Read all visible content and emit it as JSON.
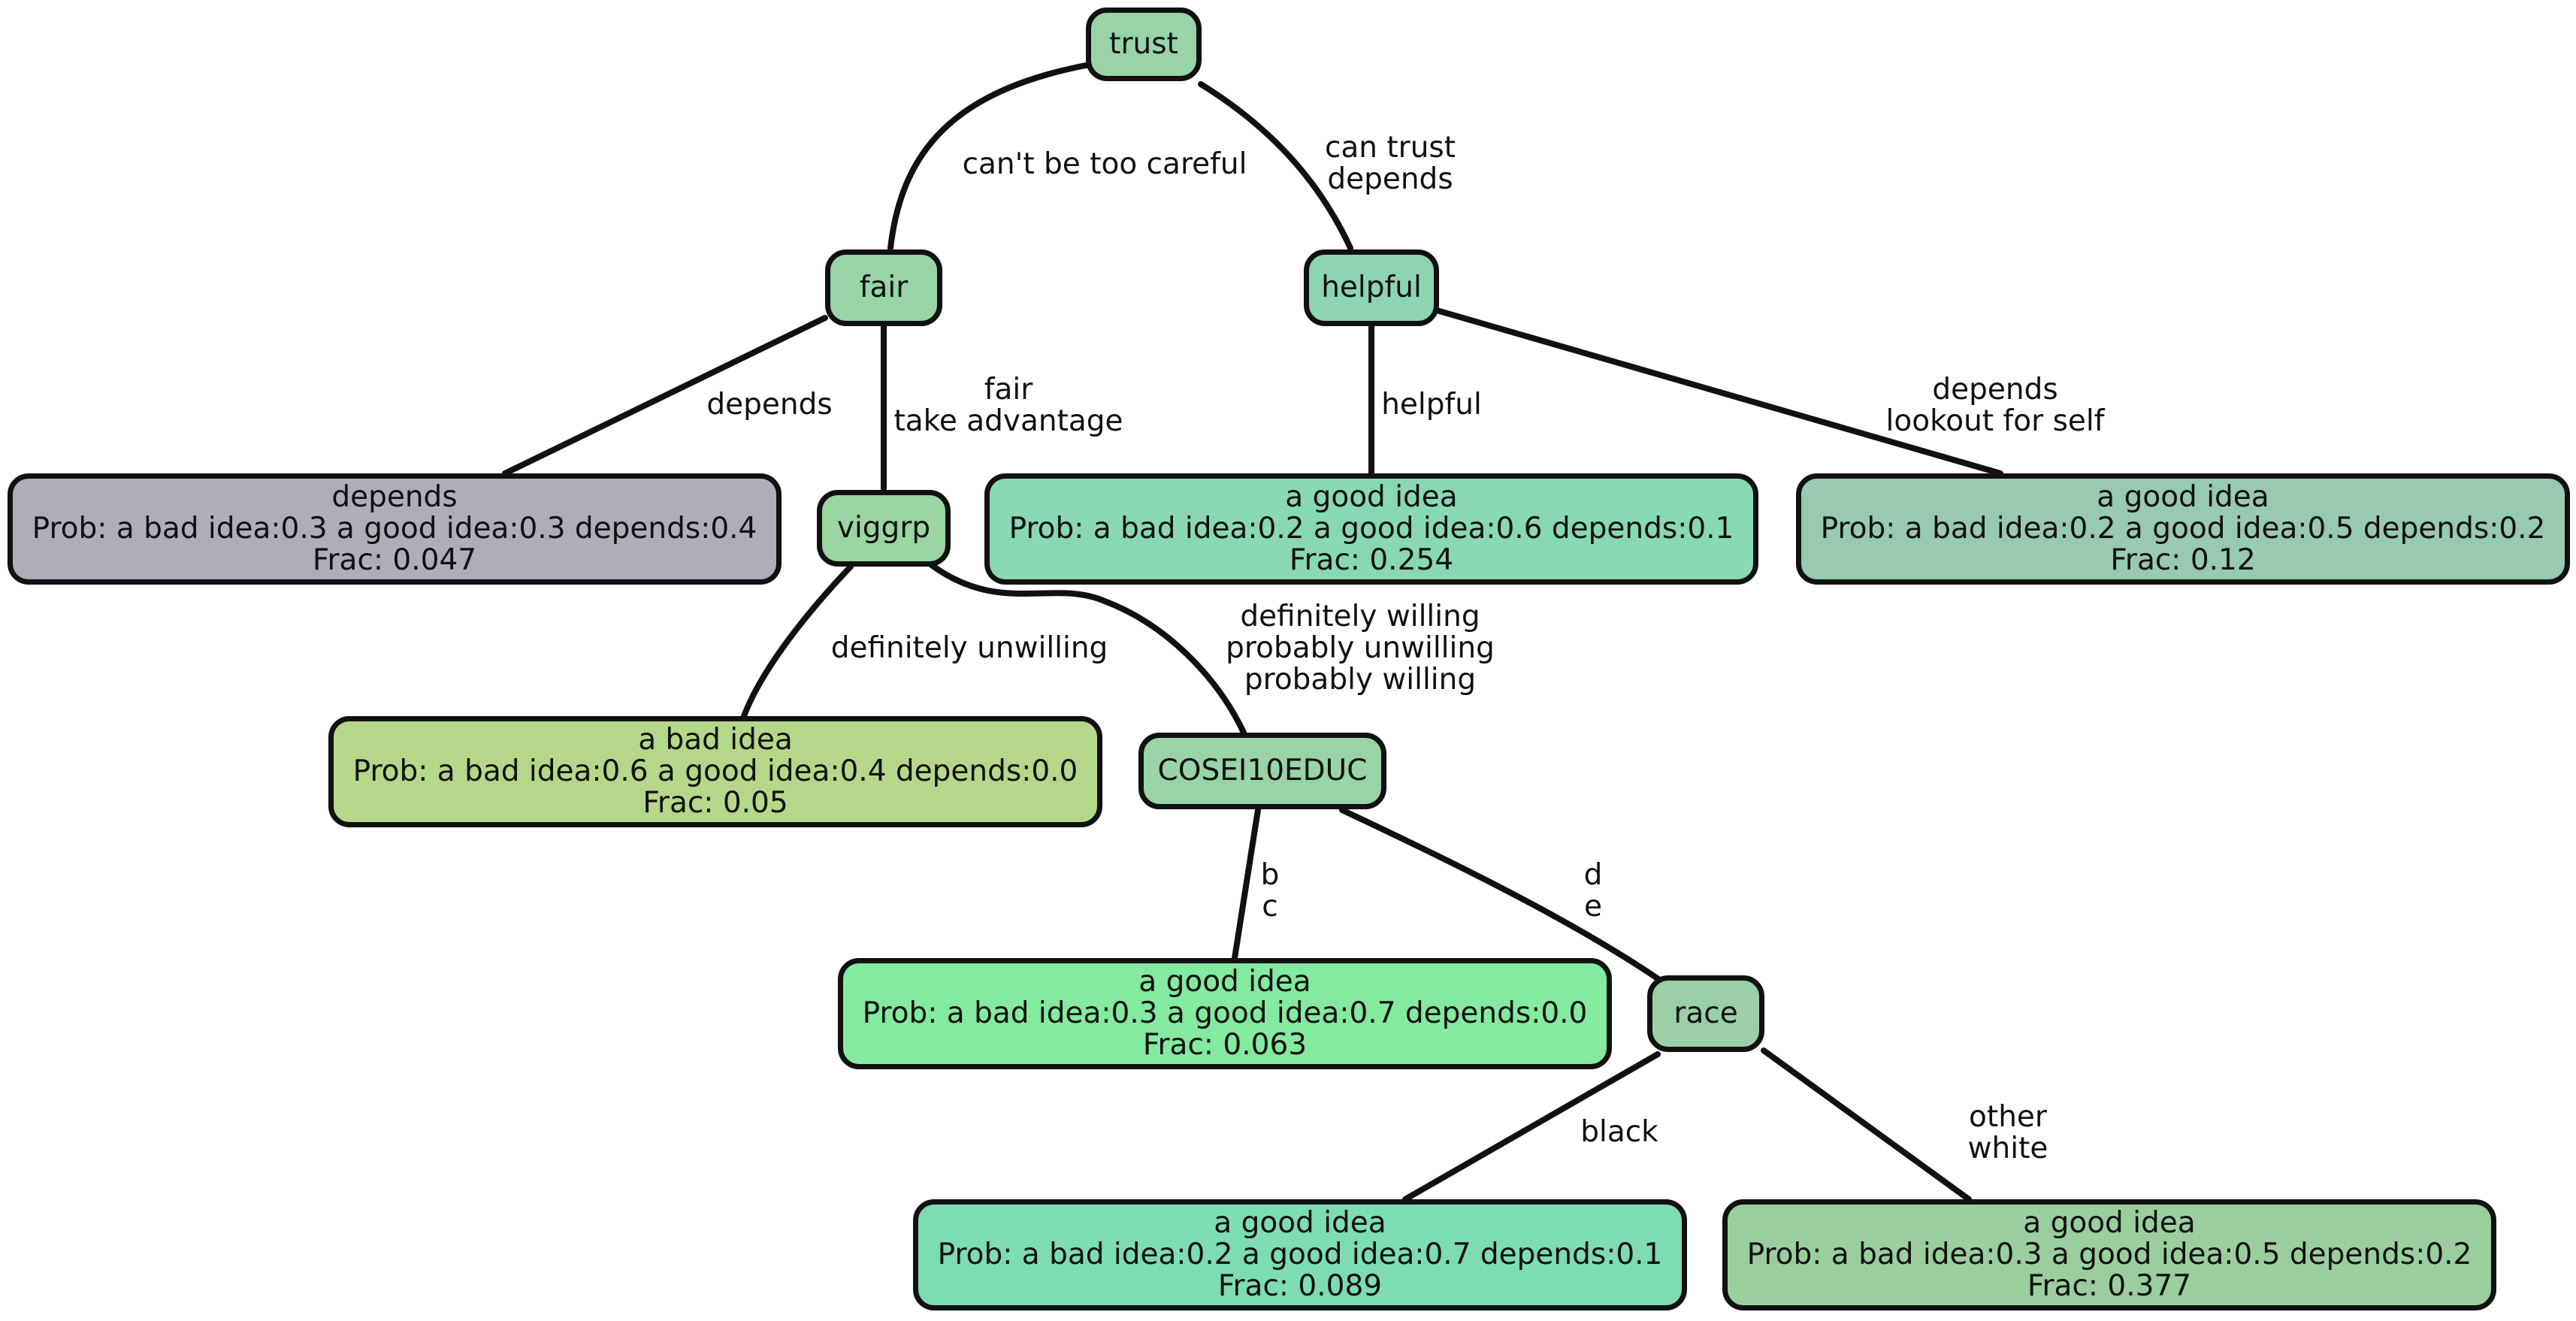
{
  "nodes": {
    "trust": {
      "label": "trust",
      "color": "#98d4a8"
    },
    "fair": {
      "label": "fair",
      "color": "#98d4a8"
    },
    "helpful": {
      "label": "helpful",
      "color": "#8dd4b2"
    },
    "viggrp": {
      "label": "viggrp",
      "color": "#9ad6a2"
    },
    "coseieduc": {
      "label": "COSEI10EDUC",
      "color": "#98d4a6"
    },
    "race": {
      "label": "race",
      "color": "#9acfa8"
    }
  },
  "leaves": {
    "depends": {
      "title": "depends",
      "prob": "Prob: a bad idea:0.3 a good idea:0.3 depends:0.4",
      "frac": "Frac: 0.047",
      "color": "#afaeb8"
    },
    "helpful_good": {
      "title": "a good idea",
      "prob": "Prob: a bad idea:0.2 a good idea:0.6 depends:0.1",
      "frac": "Frac: 0.254",
      "color": "#88d9b2"
    },
    "lookout_good": {
      "title": "a good idea",
      "prob": "Prob: a bad idea:0.2 a good idea:0.5 depends:0.2",
      "frac": "Frac: 0.12",
      "color": "#98c9b1"
    },
    "unwilling_bad": {
      "title": "a bad idea",
      "prob": "Prob: a bad idea:0.6 a good idea:0.4 depends:0.0",
      "frac": "Frac: 0.05",
      "color": "#b5d78a"
    },
    "bc_good": {
      "title": "a good idea",
      "prob": "Prob: a bad idea:0.3 a good idea:0.7 depends:0.0",
      "frac": "Frac: 0.063",
      "color": "#83ea9f"
    },
    "black_good": {
      "title": "a good idea",
      "prob": "Prob: a bad idea:0.2 a good idea:0.7 depends:0.1",
      "frac": "Frac: 0.089",
      "color": "#7edcb2"
    },
    "white_good": {
      "title": "a good idea",
      "prob": "Prob: a bad idea:0.3 a good idea:0.5 depends:0.2",
      "frac": "Frac: 0.377",
      "color": "#9bce9f"
    }
  },
  "edges": {
    "trust_fair": [
      "can't be too careful"
    ],
    "trust_helpful": [
      "can trust",
      "depends"
    ],
    "fair_depends": [
      "depends"
    ],
    "fair_viggrp": [
      "fair",
      "take advantage"
    ],
    "helpful_helpful": [
      "helpful"
    ],
    "helpful_lookout": [
      "depends",
      "lookout for self"
    ],
    "viggrp_unwilling": [
      "definitely unwilling"
    ],
    "viggrp_cosei": [
      "definitely willing",
      "probably unwilling",
      "probably willing"
    ],
    "cosei_bc": [
      "b",
      "c"
    ],
    "cosei_race": [
      "d",
      "e"
    ],
    "race_black": [
      "black"
    ],
    "race_white": [
      "other",
      "white"
    ]
  }
}
